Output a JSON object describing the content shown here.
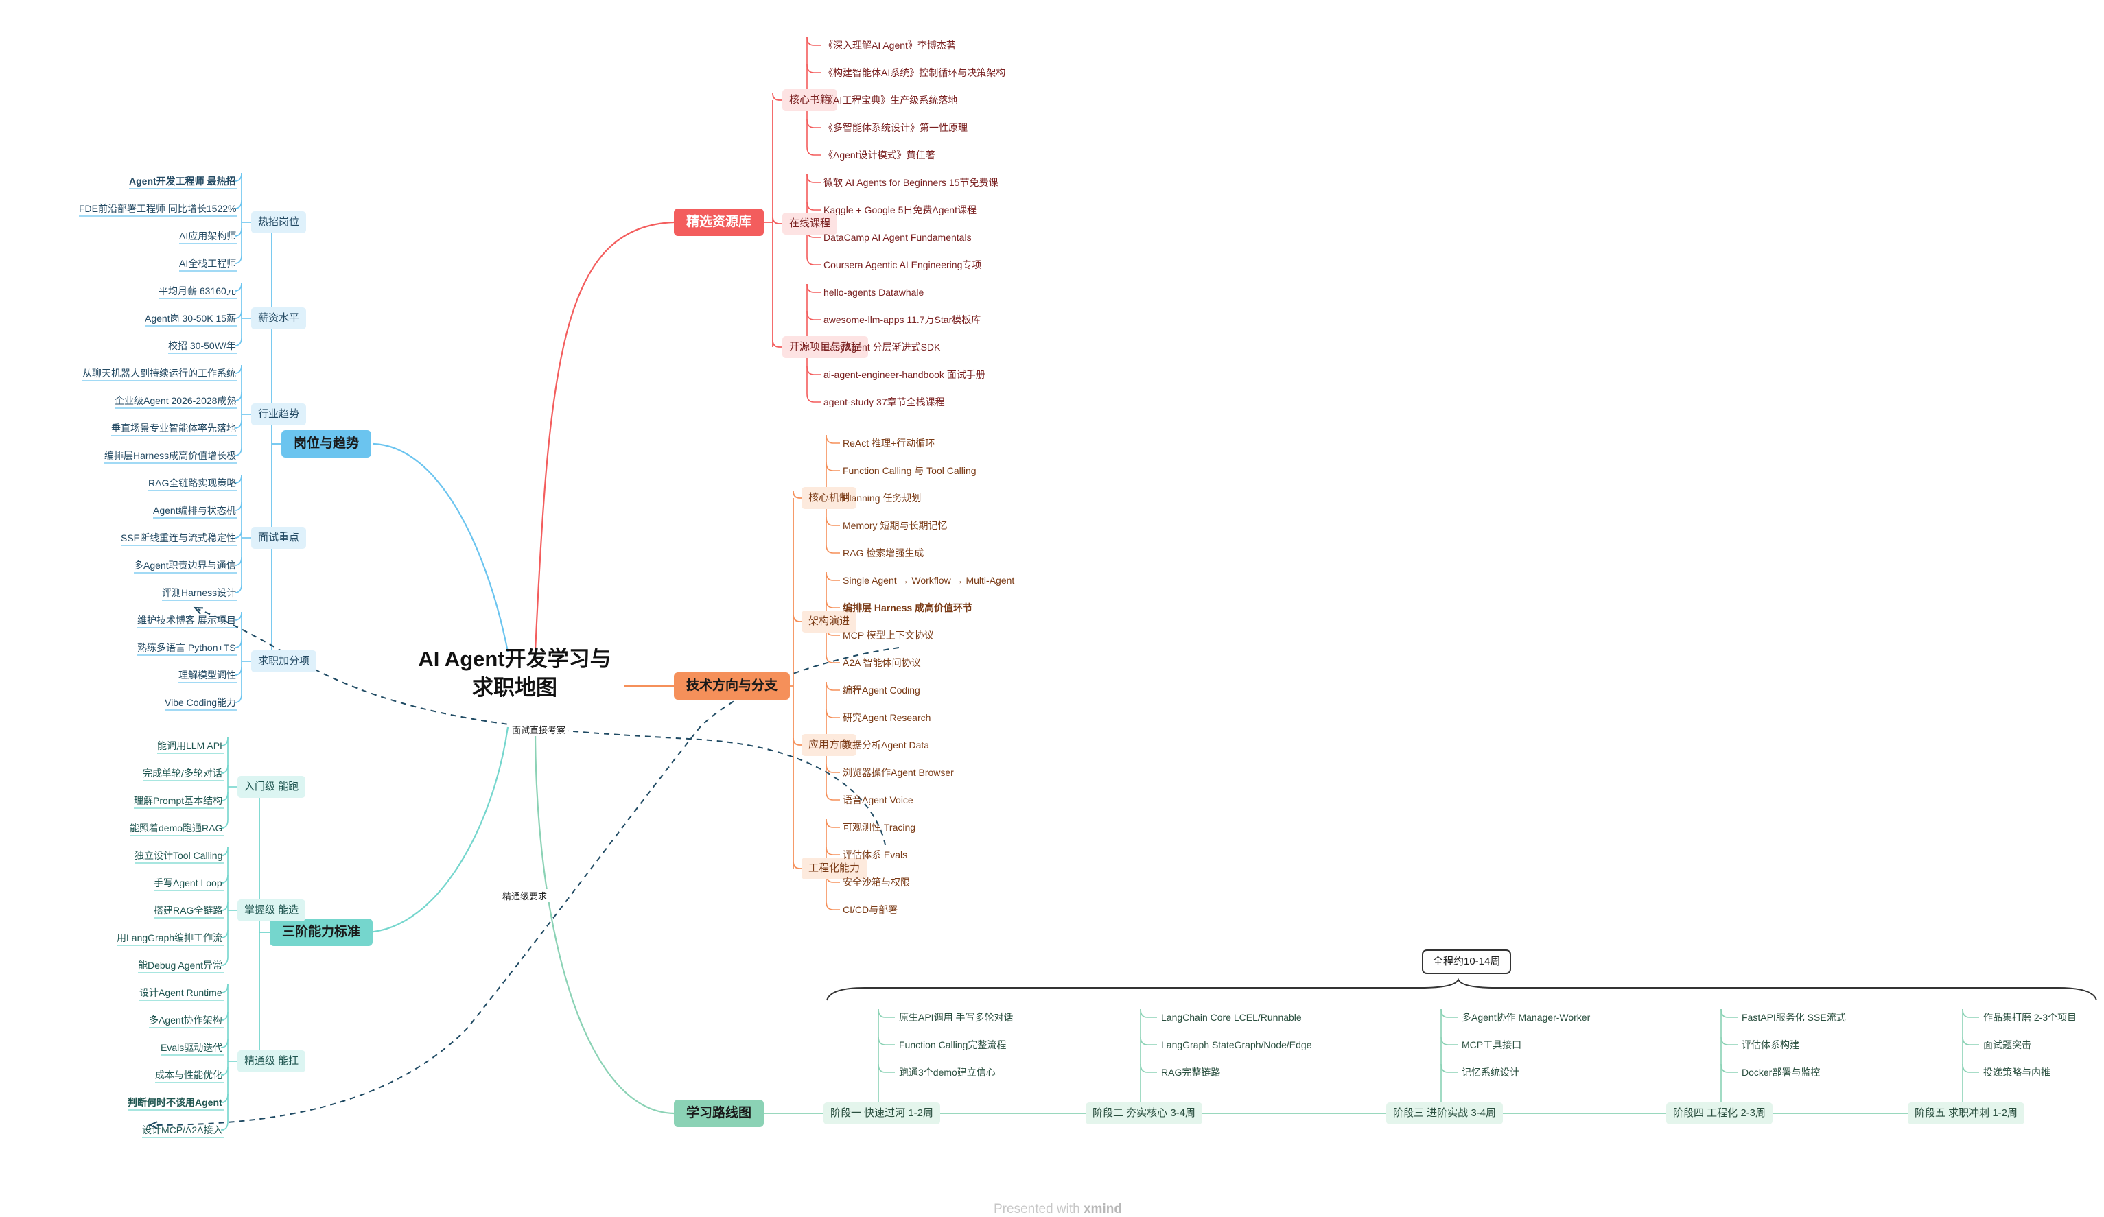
{
  "central_topic": {
    "line1": "AI Agent开发学习与",
    "line2": "求职地图"
  },
  "branches": {
    "resources": {
      "label": "精选资源库",
      "color": "#f35d5d",
      "groups": [
        {
          "label": "核心书籍",
          "items": [
            "《深入理解AI Agent》李博杰著",
            "《构建智能体AI系统》控制循环与决策架构",
            "《AI工程宝典》生产级系统落地",
            "《多智能体系统设计》第一性原理",
            "《Agent设计模式》黄佳著"
          ]
        },
        {
          "label": "在线课程",
          "items": [
            "微软 AI Agents for Beginners 15节免费课",
            "Kaggle + Google 5日免费Agent课程",
            "DataCamp AI Agent Fundamentals",
            "Coursera Agentic AI Engineering专项"
          ]
        },
        {
          "label": "开源项目与教程",
          "items": [
            "hello-agents Datawhale",
            "awesome-llm-apps 11.7万Star模板库",
            "EasyAgent 分层渐进式SDK",
            "ai-agent-engineer-handbook 面试手册",
            "agent-study 37章节全栈课程"
          ]
        }
      ]
    },
    "tech": {
      "label": "技术方向与分支",
      "color": "#f5905a",
      "groups": [
        {
          "label": "核心机制",
          "items": [
            "ReAct 推理+行动循环",
            "Function Calling 与 Tool Calling",
            "Planning 任务规划",
            "Memory 短期与长期记忆",
            "RAG 检索增强生成"
          ]
        },
        {
          "label": "架构演进",
          "items": [
            "Single Agent → Workflow → Multi-Agent",
            "编排层 Harness 成高价值环节",
            "MCP 模型上下文协议",
            "A2A 智能体间协议"
          ]
        },
        {
          "label": "应用方向",
          "items": [
            "编程Agent Coding",
            "研究Agent Research",
            "数据分析Agent Data",
            "浏览器操作Agent Browser",
            "语音Agent Voice"
          ]
        },
        {
          "label": "工程化能力",
          "items": [
            "可观测性 Tracing",
            "评估体系 Evals",
            "安全沙箱与权限",
            "CI/CD与部署"
          ]
        }
      ]
    },
    "jobs": {
      "label": "岗位与趋势",
      "color": "#6bc4ef",
      "groups": [
        {
          "label": "热招岗位",
          "items": [
            "Agent开发工程师 最热招",
            "FDE前沿部署工程师 同比增长1522%",
            "AI应用架构师",
            "AI全栈工程师"
          ]
        },
        {
          "label": "薪资水平",
          "items": [
            "平均月薪 63160元",
            "Agent岗 30-50K 15薪",
            "校招 30-50W/年"
          ]
        },
        {
          "label": "行业趋势",
          "items": [
            "从聊天机器人到持续运行的工作系统",
            "企业级Agent 2026-2028成熟",
            "垂直场景专业智能体率先落地",
            "编排层Harness成高价值增长极"
          ]
        },
        {
          "label": "面试重点",
          "items": [
            "RAG全链路实现策略",
            "Agent编排与状态机",
            "SSE断线重连与流式稳定性",
            "多Agent职责边界与通信",
            "评测Harness设计"
          ]
        },
        {
          "label": "求职加分项",
          "items": [
            "维护技术博客 展示项目",
            "熟练多语言 Python+TS",
            "理解模型调性",
            "Vibe Coding能力"
          ]
        }
      ]
    },
    "standards": {
      "label": "三阶能力标准",
      "color": "#75d6cd",
      "groups": [
        {
          "label": "入门级 能跑",
          "items": [
            "能调用LLM API",
            "完成单轮/多轮对话",
            "理解Prompt基本结构",
            "能照着demo跑通RAG"
          ]
        },
        {
          "label": "掌握级 能造",
          "items": [
            "独立设计Tool Calling",
            "手写Agent Loop",
            "搭建RAG全链路",
            "用LangGraph编排工作流",
            "能Debug Agent异常"
          ]
        },
        {
          "label": "精通级 能扛",
          "items": [
            "设计Agent Runtime",
            "多Agent协作架构",
            "Evals驱动迭代",
            "成本与性能优化",
            "判断何时不该用Agent",
            "设计MCP/A2A接入"
          ]
        }
      ]
    },
    "roadmap": {
      "label": "学习路线图",
      "color": "#8bd2b5",
      "summary": "全程约10-14周",
      "stages": [
        {
          "label": "阶段一 快速过河 1-2周",
          "items": [
            "原生API调用 手写多轮对话",
            "Function Calling完整流程",
            "跑通3个demo建立信心"
          ]
        },
        {
          "label": "阶段二 夯实核心 3-4周",
          "items": [
            "LangChain Core LCEL/Runnable",
            "LangGraph StateGraph/Node/Edge",
            "RAG完整链路"
          ]
        },
        {
          "label": "阶段三 进阶实战 3-4周",
          "items": [
            "多Agent协作 Manager-Worker",
            "MCP工具接口",
            "记忆系统设计"
          ]
        },
        {
          "label": "阶段四 工程化 2-3周",
          "items": [
            "FastAPI服务化 SSE流式",
            "评估体系构建",
            "Docker部署与监控"
          ]
        },
        {
          "label": "阶段五 求职冲刺 1-2周",
          "items": [
            "作品集打磨 2-3个项目",
            "面试题突击",
            "投递策略与内推"
          ]
        }
      ]
    }
  },
  "relationships": [
    {
      "label": "面试直接考察"
    },
    {
      "label": "精通级要求"
    }
  ],
  "footer": {
    "prefix": "Presented with",
    "brand": "xmind"
  }
}
